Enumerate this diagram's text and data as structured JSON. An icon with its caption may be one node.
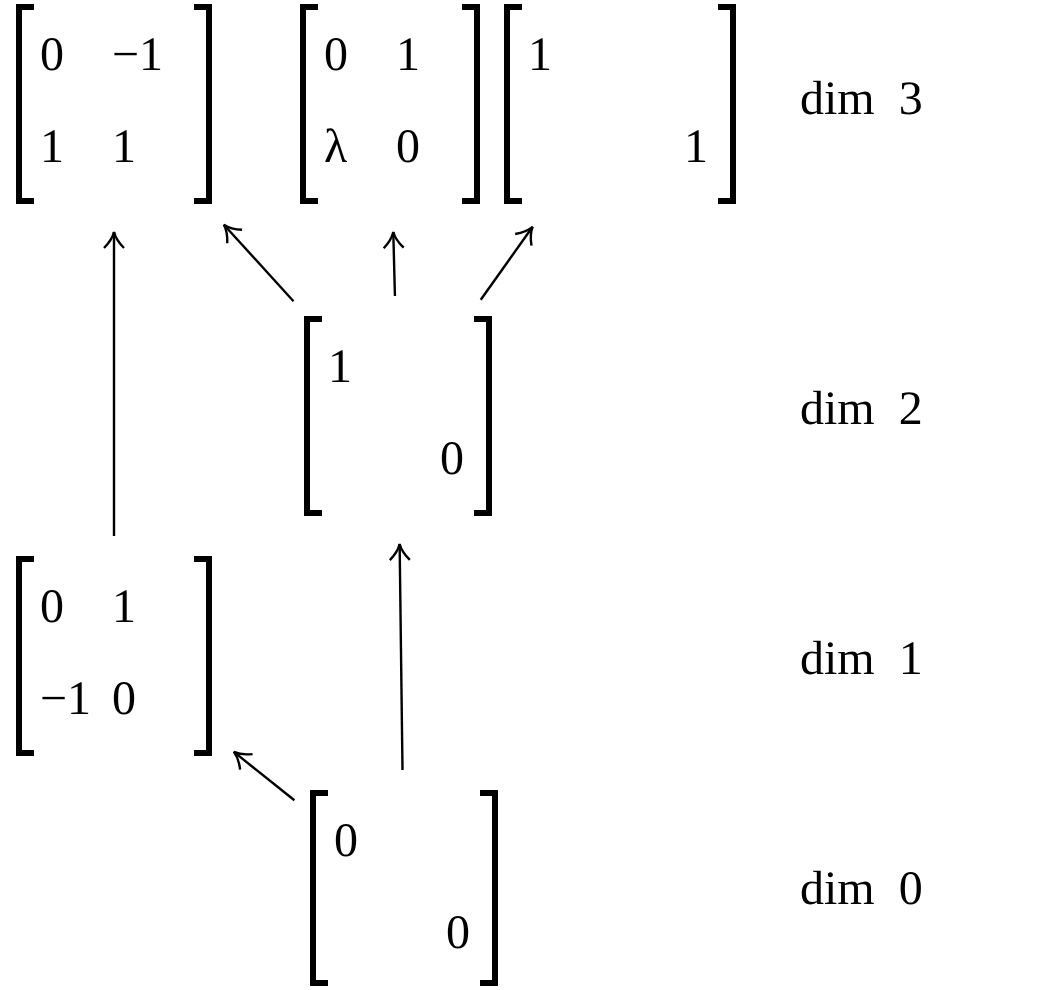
{
  "diagram": {
    "nodes": [
      {
        "text": [
          "0",
          "−1",
          "1",
          "1"
        ]
      },
      {
        "text": [
          "0",
          "1",
          "λ",
          "0"
        ]
      },
      {
        "text": [
          "1",
          "1"
        ]
      },
      {
        "text": [
          "1",
          "0"
        ]
      },
      {
        "text": [
          "0",
          "1",
          "−1",
          "0"
        ]
      },
      {
        "text": [
          "0",
          "0"
        ]
      }
    ],
    "edges": [
      {
        "from": 4,
        "to": 0,
        "arrow": "to"
      },
      {
        "from": 3,
        "to": 0,
        "arrow": "to"
      },
      {
        "from": 3,
        "to": 1,
        "arrow": "to"
      },
      {
        "from": 3,
        "to": 2,
        "arrow": "to"
      },
      {
        "from": 5,
        "to": 4,
        "arrow": "to"
      },
      {
        "from": 5,
        "to": 3,
        "arrow": "to"
      }
    ],
    "labels": [
      "dim 3",
      "dim 2",
      "dim 1",
      "dim 0"
    ]
  }
}
